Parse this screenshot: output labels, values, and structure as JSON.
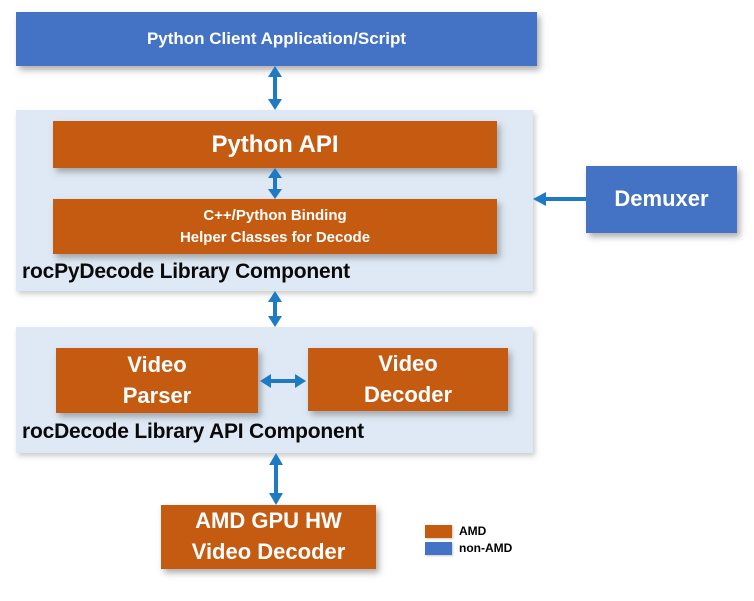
{
  "diagram": {
    "nodes": {
      "client": {
        "label": "Python Client Application/Script",
        "category": "non-AMD"
      },
      "python_api": {
        "label": "Python API",
        "category": "AMD"
      },
      "binding": {
        "line1": "C++/Python Binding",
        "line2": "Helper Classes for Decode",
        "category": "AMD"
      },
      "rocpydecode_container": {
        "label": "rocPyDecode Library Component"
      },
      "demuxer": {
        "label": "Demuxer",
        "category": "non-AMD"
      },
      "video_parser": {
        "line1": "Video",
        "line2": "Parser",
        "category": "AMD"
      },
      "video_decoder": {
        "line1": "Video",
        "line2": "Decoder",
        "category": "AMD"
      },
      "rocdecode_container": {
        "label": "rocDecode Library API Component"
      },
      "gpu_decoder": {
        "line1": "AMD GPU HW",
        "line2": "Video Decoder",
        "category": "AMD"
      }
    },
    "edges": [
      {
        "from": "client",
        "to": "rocpydecode_container",
        "style": "double-headed vertical"
      },
      {
        "from": "python_api",
        "to": "binding",
        "style": "double-headed vertical"
      },
      {
        "from": "demuxer",
        "to": "rocpydecode_container",
        "style": "single-headed horizontal, points left"
      },
      {
        "from": "rocpydecode_container",
        "to": "rocdecode_container",
        "style": "double-headed vertical"
      },
      {
        "from": "video_parser",
        "to": "video_decoder",
        "style": "double-headed horizontal"
      },
      {
        "from": "rocdecode_container",
        "to": "gpu_decoder",
        "style": "double-headed vertical"
      }
    ],
    "legend": {
      "items": [
        {
          "label": "AMD",
          "color": "#C55A11"
        },
        {
          "label": "non-AMD",
          "color": "#4472C4"
        }
      ]
    },
    "colors": {
      "amd_box": "#C55A11",
      "non_amd_box": "#4472C4",
      "container_background": "#DEE9F5",
      "arrow": "#1F7AC4",
      "box_text": "#FFFFFF",
      "label_text": "#000000"
    }
  }
}
